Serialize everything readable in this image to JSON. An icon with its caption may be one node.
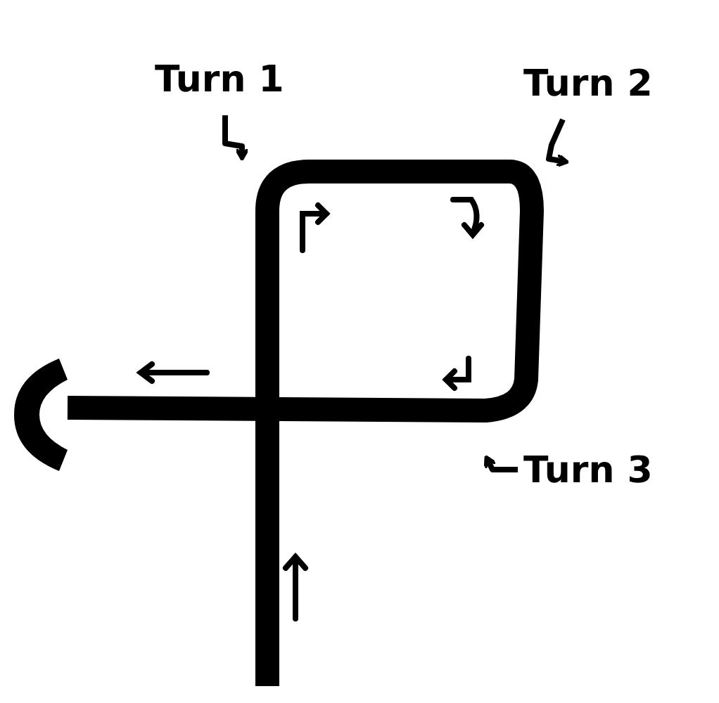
{
  "diagram": {
    "nodes": [
      {
        "text": [
          "Turn 1"
        ]
      },
      {
        "text": [
          "Turn 2"
        ]
      },
      {
        "text": [
          "Turn 3"
        ]
      }
    ],
    "edges": [
      {
        "from": 0,
        "to": null,
        "arrow": "to"
      },
      {
        "from": 1,
        "to": null,
        "arrow": "to"
      },
      {
        "from": 2,
        "to": null,
        "arrow": "to"
      }
    ]
  }
}
